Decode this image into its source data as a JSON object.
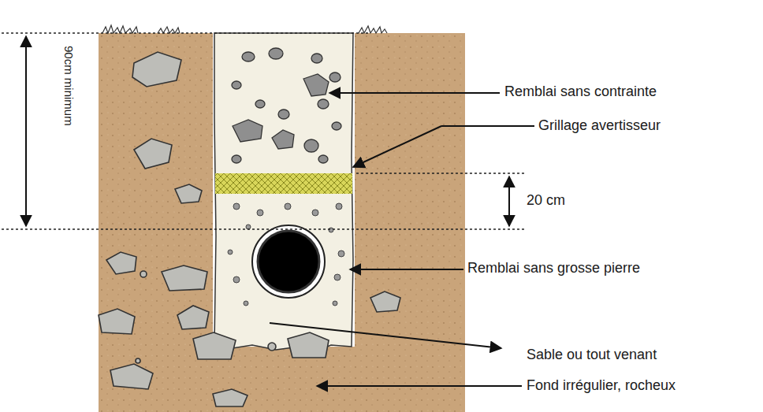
{
  "diagram": {
    "labels": [
      "90cm minimum",
      "Remblai sans contrainte",
      "Grillage avertisseur",
      "20 cm",
      "Remblai sans grosse pierre",
      "Sable ou tout venant",
      "Fond irrégulier, rocheux"
    ]
  }
}
